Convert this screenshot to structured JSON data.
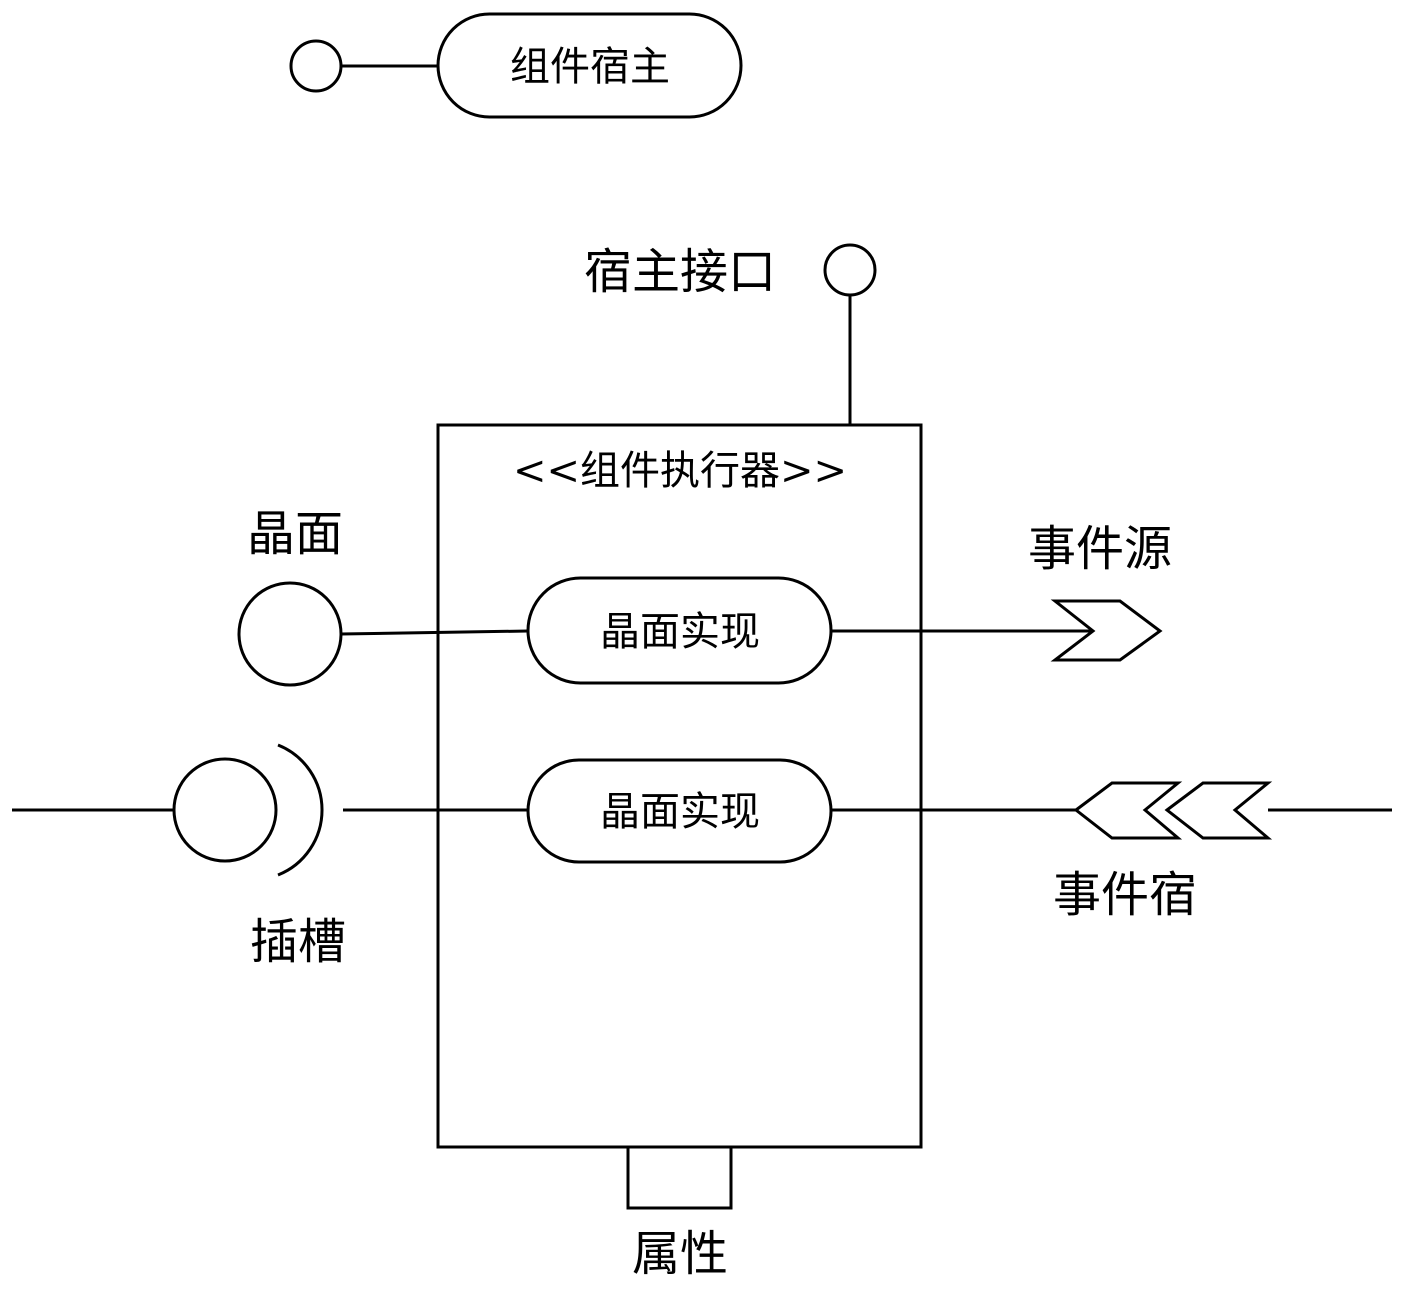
{
  "host": {
    "label": "组件宿主"
  },
  "host_interface": {
    "label": "宿主接口"
  },
  "executor": {
    "stereotype": "<<组件执行器>>"
  },
  "facet": {
    "label": "晶面"
  },
  "facet_impl_1": {
    "label": "晶面实现"
  },
  "facet_impl_2": {
    "label": "晶面实现"
  },
  "event_source": {
    "label": "事件源"
  },
  "receptacle": {
    "label": "插槽"
  },
  "event_sink": {
    "label": "事件宿"
  },
  "attribute": {
    "label": "属性"
  }
}
